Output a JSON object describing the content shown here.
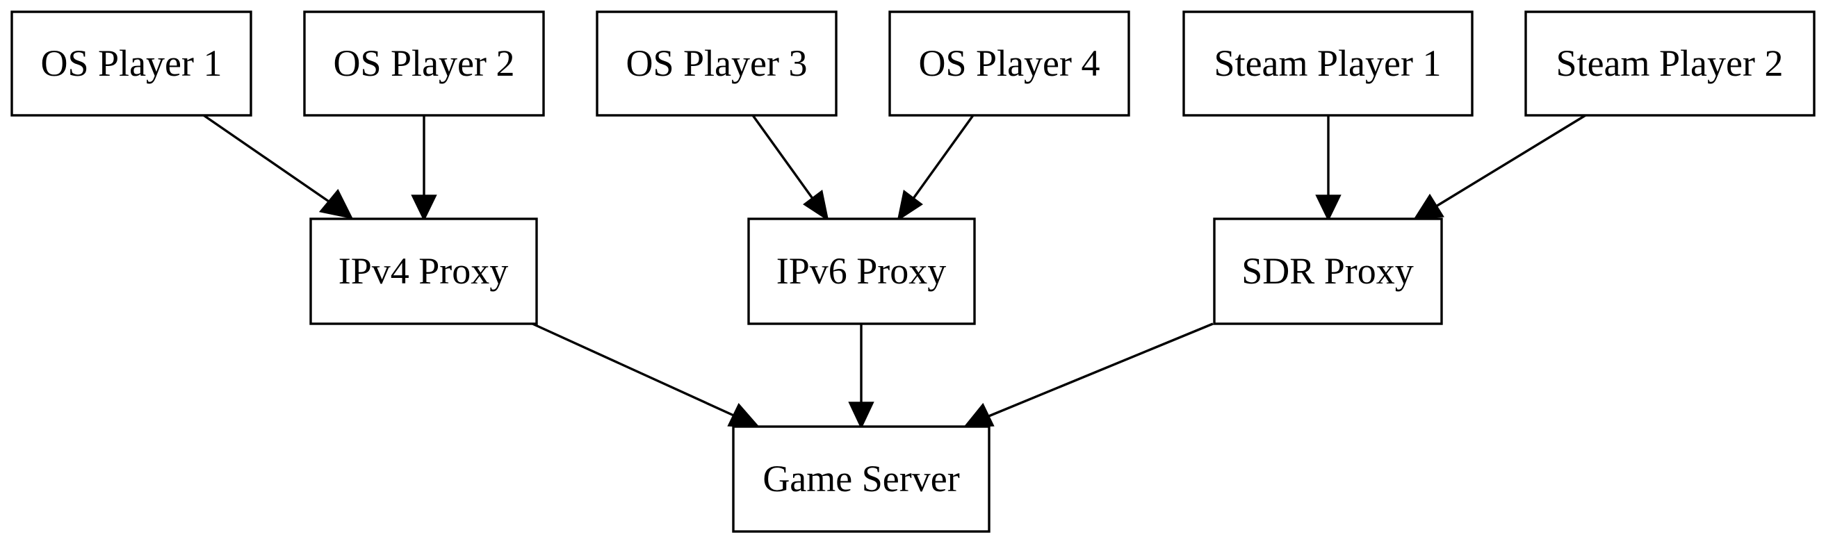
{
  "diagram": {
    "type": "directed-graph",
    "nodes": [
      {
        "id": "os1",
        "label": "OS Player 1",
        "shape": "box"
      },
      {
        "id": "os2",
        "label": "OS Player 2",
        "shape": "box"
      },
      {
        "id": "os3",
        "label": "OS Player 3",
        "shape": "box"
      },
      {
        "id": "os4",
        "label": "OS Player 4",
        "shape": "box"
      },
      {
        "id": "steam1",
        "label": "Steam Player 1",
        "shape": "box"
      },
      {
        "id": "steam2",
        "label": "Steam Player 2",
        "shape": "box"
      },
      {
        "id": "ipv4",
        "label": "IPv4 Proxy",
        "shape": "box"
      },
      {
        "id": "ipv6",
        "label": "IPv6 Proxy",
        "shape": "box"
      },
      {
        "id": "sdr",
        "label": "SDR Proxy",
        "shape": "box"
      },
      {
        "id": "server",
        "label": "Game Server",
        "shape": "box"
      }
    ],
    "edges": [
      {
        "from": "os1",
        "to": "ipv4"
      },
      {
        "from": "os2",
        "to": "ipv4"
      },
      {
        "from": "os3",
        "to": "ipv6"
      },
      {
        "from": "os4",
        "to": "ipv6"
      },
      {
        "from": "steam1",
        "to": "sdr"
      },
      {
        "from": "steam2",
        "to": "sdr"
      },
      {
        "from": "ipv4",
        "to": "server"
      },
      {
        "from": "ipv6",
        "to": "server"
      },
      {
        "from": "sdr",
        "to": "server"
      }
    ]
  }
}
